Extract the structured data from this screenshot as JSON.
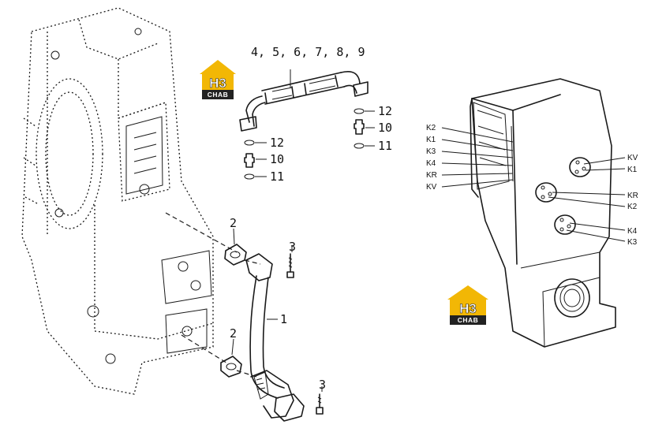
{
  "brand": {
    "letters": "H3",
    "subtext": "CHAB",
    "color": "#f2b705",
    "dark": "#222222"
  },
  "callouts": {
    "hose": "4, 5, 6, 7, 8, 9",
    "pipe": "1",
    "gasket_top": "2",
    "gasket_bottom": "2",
    "bolt_top": "3",
    "bolt_bottom": "3",
    "oring_upper_left": "12",
    "fitting_left": "10",
    "oring_lower_left": "11",
    "oring_upper_right": "12",
    "fitting_right": "10",
    "oring_lower_right": "11"
  },
  "valve_ports_left": [
    "K2",
    "K1",
    "K3",
    "K4",
    "KR",
    "KV"
  ],
  "valve_ports_right": [
    "KV",
    "K1",
    "KR",
    "K2",
    "K4",
    "K3"
  ]
}
